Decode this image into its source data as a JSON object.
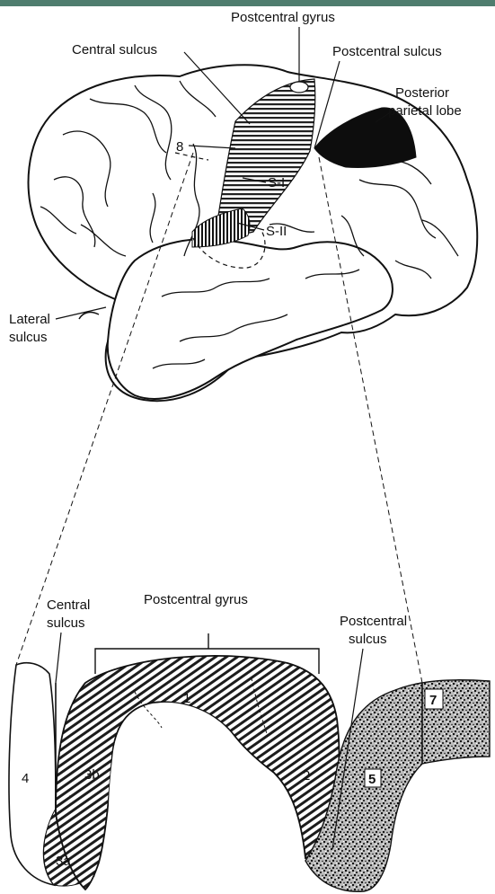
{
  "colors": {
    "top_band": "#4f7d6e",
    "ink": "#111111",
    "paper": "#ffffff"
  },
  "top_labels": {
    "postcentral_gyrus": "Postcentral gyrus",
    "central_sulcus": "Central sulcus",
    "postcentral_sulcus": "Postcentral sulcus",
    "posterior_parietal_line1": "Posterior",
    "posterior_parietal_line2": "parietal lobe",
    "area_8": "8",
    "s1": "S-I",
    "s2": "S-II",
    "lateral_line1": "Lateral",
    "lateral_line2": "sulcus"
  },
  "bottom_labels": {
    "central_line1": "Central",
    "central_line2": "sulcus",
    "postcentral_gyrus": "Postcentral gyrus",
    "postcentral_sulcus_line1": "Postcentral",
    "postcentral_sulcus_line2": "sulcus"
  },
  "areas": {
    "a1": "1",
    "a2": "2",
    "a3a": "3a",
    "a3b": "3b",
    "a4": "4",
    "a5": "5",
    "a7": "7"
  }
}
